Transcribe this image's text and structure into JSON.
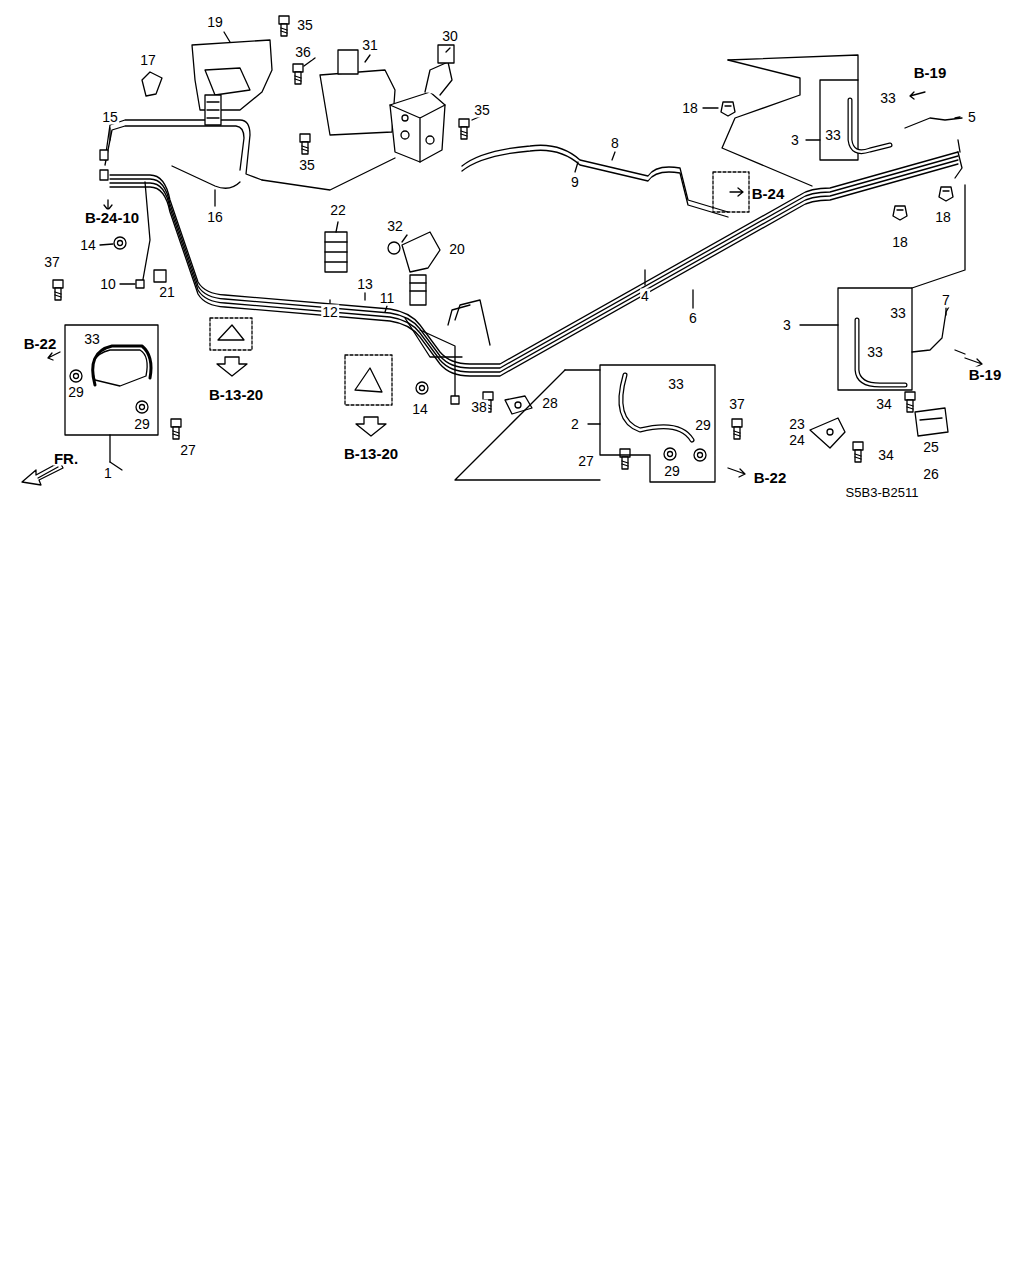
{
  "diagram": {
    "labels": [
      "19",
      "35",
      "30",
      "31",
      "36",
      "17",
      "18",
      "15",
      "35",
      "35",
      "B-19",
      "33",
      "5",
      "3",
      "33",
      "8",
      "9",
      "16",
      "B-24-10",
      "B-24",
      "18",
      "18",
      "22",
      "32",
      "20",
      "14",
      "37",
      "10",
      "21",
      "4",
      "13",
      "11",
      "12",
      "6",
      "7",
      "3",
      "33",
      "33",
      "B-22",
      "33",
      "B-19",
      "14",
      "29",
      "29",
      "38",
      "28",
      "33",
      "2",
      "37",
      "29",
      "34",
      "23",
      "24",
      "34",
      "25",
      "26",
      "27",
      "29",
      "B-22",
      "27",
      "1",
      "B-13-20",
      "B-13-20",
      "FR.",
      "S5B3-B2511"
    ]
  }
}
